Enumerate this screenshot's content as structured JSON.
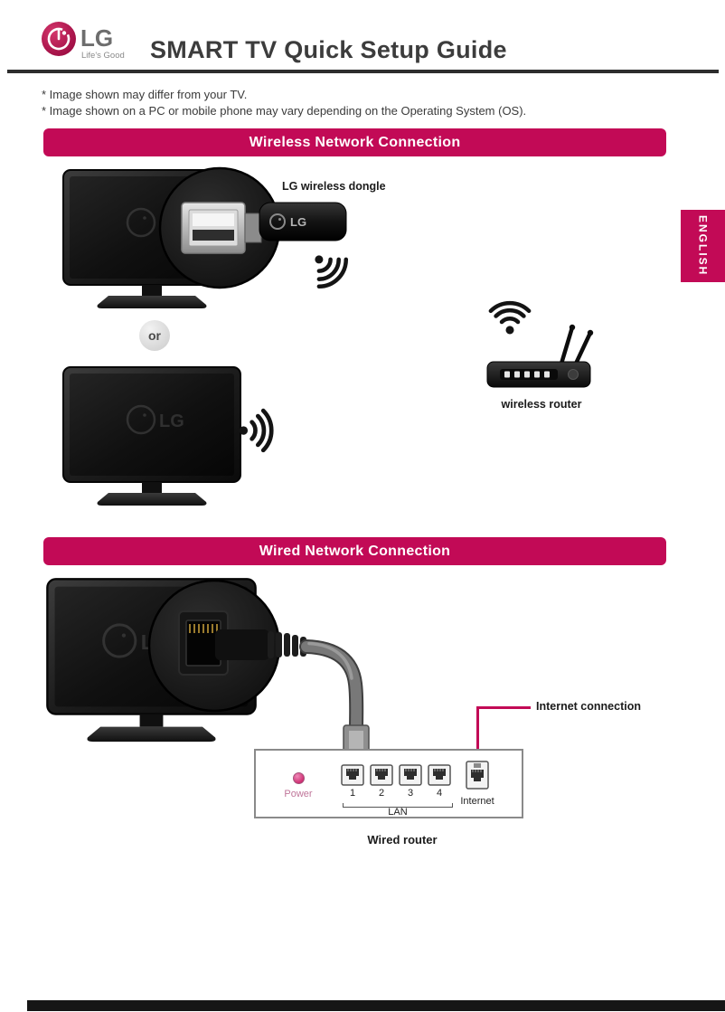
{
  "colors": {
    "accent": "#c20a56"
  },
  "header": {
    "brand": "LG",
    "tagline": "Life's Good",
    "title": "SMART TV Quick Setup Guide"
  },
  "notes": [
    "* Image shown may differ from your TV.",
    "* Image shown on a PC or mobile phone may vary depending on the Operating System (OS)."
  ],
  "language_tab": "ENGLISH",
  "tv_logo": "LG",
  "wireless": {
    "banner": "Wireless Network Connection",
    "dongle_label": "LG wireless dongle",
    "dongle_text": "LG",
    "or_label": "or",
    "router_label": "wireless router"
  },
  "wired": {
    "banner": "Wired Network Connection",
    "internet_connection_label": "Internet connection",
    "router_label": "Wired router",
    "panel": {
      "power_label": "Power",
      "ports": [
        "1",
        "2",
        "3",
        "4"
      ],
      "lan_label": "LAN",
      "internet_label": "Internet"
    }
  }
}
